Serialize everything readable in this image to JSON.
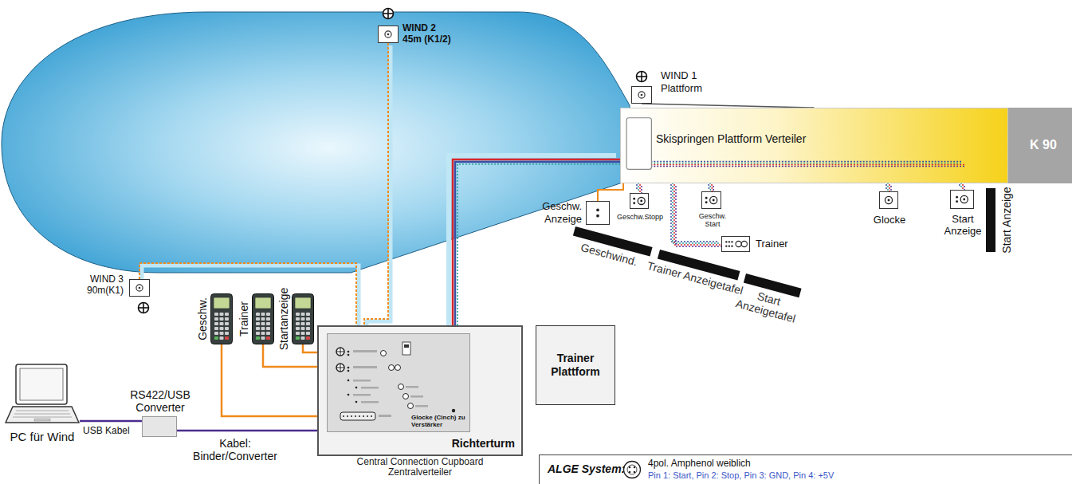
{
  "diagram": {
    "nodes": [
      {
        "text": [
          "Richterturm",
          "Central Connection Cupboard Zentralverteiler"
        ]
      },
      {
        "text": [
          "Glocke (Cinch) zu Verstärker"
        ],
        "in": 0
      },
      {
        "text": [
          "Skispringen Plattform Verteiler"
        ]
      },
      {
        "text": [
          "K 90"
        ]
      },
      {
        "text": [
          "WIND 1 Plattform"
        ]
      },
      {
        "text": [
          "WIND 2 45m (K1/2)"
        ]
      },
      {
        "text": [
          "WIND 3 90m(K1)"
        ]
      },
      {
        "text": [
          "Geschw. Anzeige"
        ]
      },
      {
        "text": [
          "Geschw.Stopp"
        ]
      },
      {
        "text": [
          "Geschw. Start"
        ]
      },
      {
        "text": [
          "Glocke"
        ]
      },
      {
        "text": [
          "Start Anzeige"
        ]
      },
      {
        "text": [
          "Trainer"
        ]
      },
      {
        "text": [
          "Geschwind."
        ]
      },
      {
        "text": [
          "Trainer Anzeigetafel"
        ]
      },
      {
        "text": [
          "Start Anzeigetafel"
        ]
      },
      {
        "text": [
          "Start Anzeige"
        ]
      },
      {
        "text": [
          "Geschw."
        ]
      },
      {
        "text": [
          "Trainer"
        ]
      },
      {
        "text": [
          "Startanzeige"
        ]
      },
      {
        "text": [
          "Trainer Plattform"
        ]
      },
      {
        "text": [
          "RS422/USB Converter"
        ]
      },
      {
        "text": [
          "PC für Wind"
        ]
      },
      {
        "text": [
          "ALGE System:",
          "4pol. Amphenol weiblich",
          "Pin 1: Start, Pin 2: Stop, Pin 3: GND, Pin 4: +5V"
        ]
      }
    ],
    "edges": [
      {
        "from": 1,
        "to": 2,
        "arrow": "none"
      },
      {
        "from": 5,
        "to": 1,
        "arrow": "none"
      },
      {
        "from": 6,
        "to": 1,
        "arrow": "none"
      },
      {
        "from": 17,
        "to": 1,
        "arrow": "none"
      },
      {
        "from": 18,
        "to": 1,
        "arrow": "none"
      },
      {
        "from": 19,
        "to": 1,
        "arrow": "none"
      },
      {
        "from": 21,
        "to": 1,
        "arrow": "none"
      },
      {
        "from": 22,
        "to": 21,
        "label": "USB Kabel",
        "arrow": "none"
      },
      {
        "from": 4,
        "to": 2,
        "arrow": "none"
      },
      {
        "from": 2,
        "to": 7,
        "arrow": "none"
      },
      {
        "from": 2,
        "to": 8,
        "arrow": "none"
      },
      {
        "from": 2,
        "to": 9,
        "arrow": "none"
      },
      {
        "from": 2,
        "to": 10,
        "arrow": "none"
      },
      {
        "from": 2,
        "to": 11,
        "arrow": "none"
      },
      {
        "from": 2,
        "to": 12,
        "arrow": "none"
      }
    ],
    "labels": [
      "Kabel: Binder/Converter"
    ]
  }
}
